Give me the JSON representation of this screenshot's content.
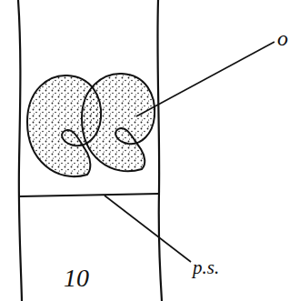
{
  "diagram": {
    "labels": [
      "o",
      "p.s.",
      "10"
    ]
  }
}
